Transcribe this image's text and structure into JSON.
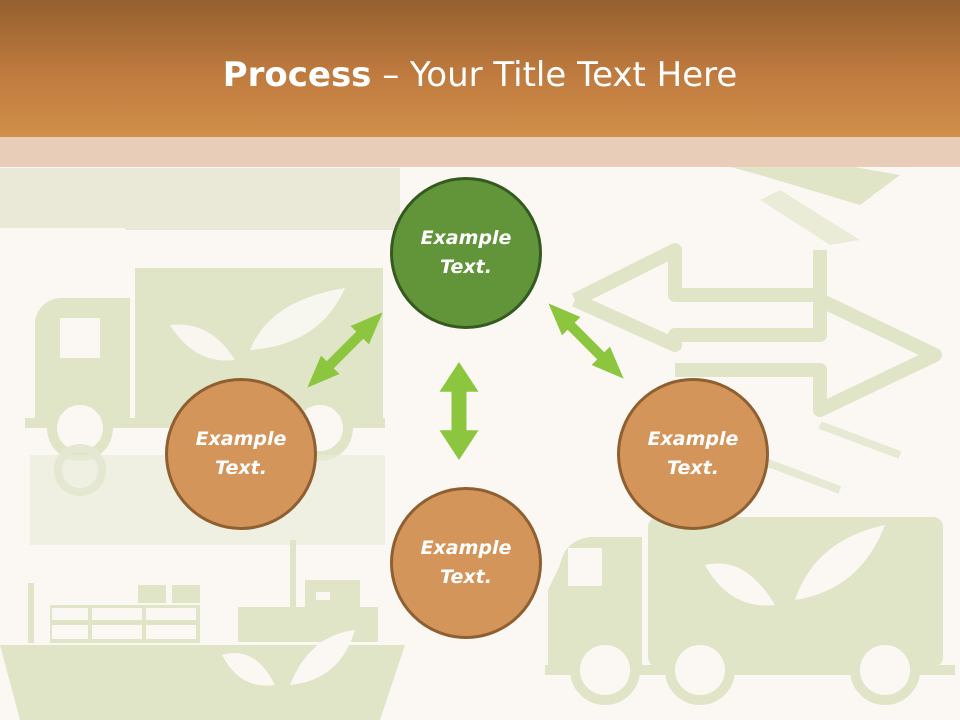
{
  "slide": {
    "title_bold": "Process",
    "title_rest": " – Your Title Text Here",
    "nodes": [
      {
        "line1": "Example",
        "line2": "Text."
      },
      {
        "line1": "Example",
        "line2": "Text."
      },
      {
        "line1": "Example",
        "line2": "Text."
      },
      {
        "line1": "Example",
        "line2": "Text."
      }
    ]
  },
  "colors": {
    "header": "#c07b3f",
    "center_node": "#62953a",
    "outer_node": "#d4955b",
    "arrow": "#8cc63f",
    "background_art": "#dfe5c6"
  }
}
